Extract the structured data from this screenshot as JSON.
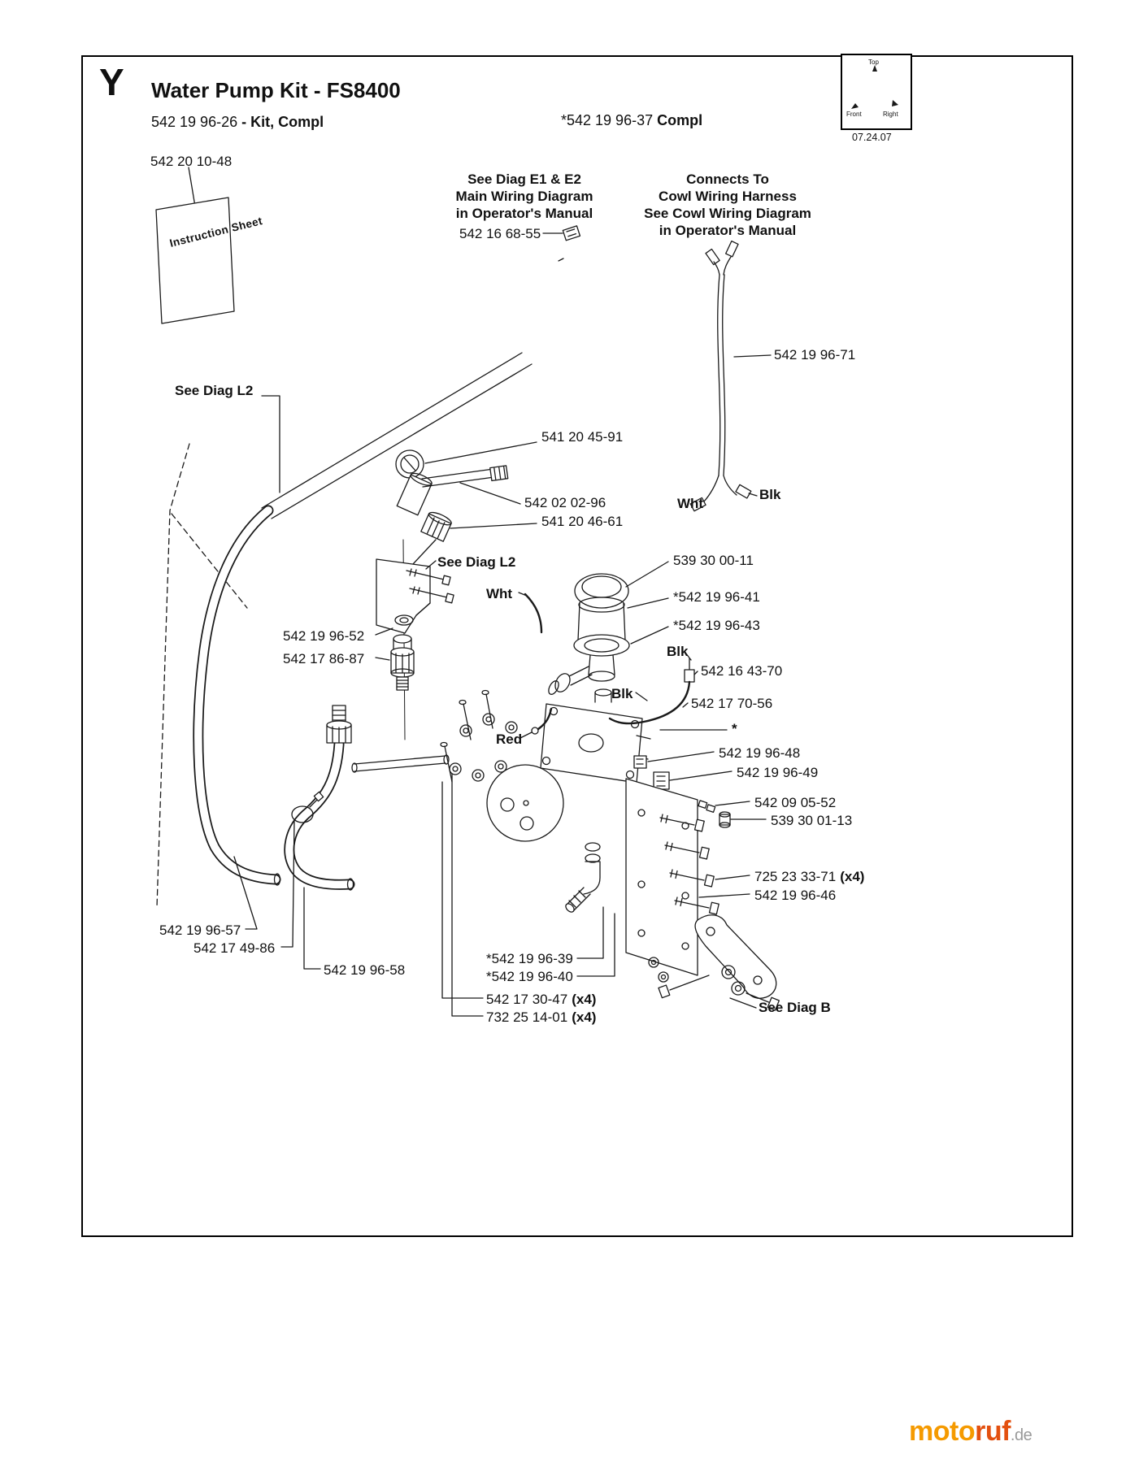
{
  "header": {
    "section_letter": "Y",
    "title": "Water Pump Kit - FS8400",
    "kit_number": "542 19 96-26",
    "kit_suffix": "- Kit, Compl",
    "alt_number": "*542 19 96-37",
    "alt_suffix": "Compl",
    "date": "07.24.07"
  },
  "compass": {
    "top": "Top",
    "front": "Front",
    "right": "Right"
  },
  "notes": {
    "instruction_sheet": "Instruction Sheet",
    "wiring1": "See Diag E1 & E2",
    "wiring2": "Main Wiring Diagram",
    "wiring3": "in Operator's Manual",
    "cowl1": "Connects To",
    "cowl2": "Cowl Wiring Harness",
    "cowl3": "See Cowl Wiring Diagram",
    "cowl4": "in Operator's Manual"
  },
  "parts": {
    "instruction_sheet_pn": "542 20 10-48",
    "wiring_connector": "542 16 68-55",
    "harness": "542 19 96-71",
    "swivel": "541 20 45-91",
    "tube_fitting": "542 02 02-96",
    "coupling_nut": "541 20 46-61",
    "strainer_cap": "539 30 00-11",
    "strainer_top": "*542 19 96-41",
    "strainer_bowl": "*542 19 96-43",
    "terminal": "542 16 43-70",
    "wire_lead": "542 17 70-56",
    "asterisk": "*",
    "connector_small": "542 19 96-48",
    "connector_large": "542 19 96-49",
    "clip": "542 09 05-52",
    "cap_nut": "539 30 01-13",
    "bolt": "725 23 33-71",
    "bolt_qty": "(x4)",
    "plate": "542 19 96-46",
    "bracket": "542 19 96-52",
    "hose_coupling": "542 17 86-87",
    "hose_long": "542 19 96-57",
    "hose_clamp": "542 17 49-86",
    "hose_short": "542 19 96-58",
    "pump_a": "*542 19 96-39",
    "pump_b": "*542 19 96-40",
    "screw": "542 17 30-47",
    "screw_qty": "(x4)",
    "washer": "732 25 14-01",
    "washer_qty": "(x4)"
  },
  "callouts": {
    "see_diag_l2_left": "See Diag L2",
    "see_diag_l2_mid": "See Diag L2",
    "see_diag_b": "See Diag B",
    "wht_harness": "Wht",
    "blk_harness": "Blk",
    "wht_pump": "Wht",
    "blk_terminal": "Blk",
    "blk_wire": "Blk",
    "red_wire": "Red"
  },
  "watermark": {
    "brand_a": "moto",
    "brand_b": "ruf",
    "tld": ".de"
  },
  "colors": {
    "ink": "#1a1a1a",
    "watermark_orange": "#f59a00",
    "watermark_red": "#e3500f",
    "watermark_gray": "#9a9a9a"
  }
}
